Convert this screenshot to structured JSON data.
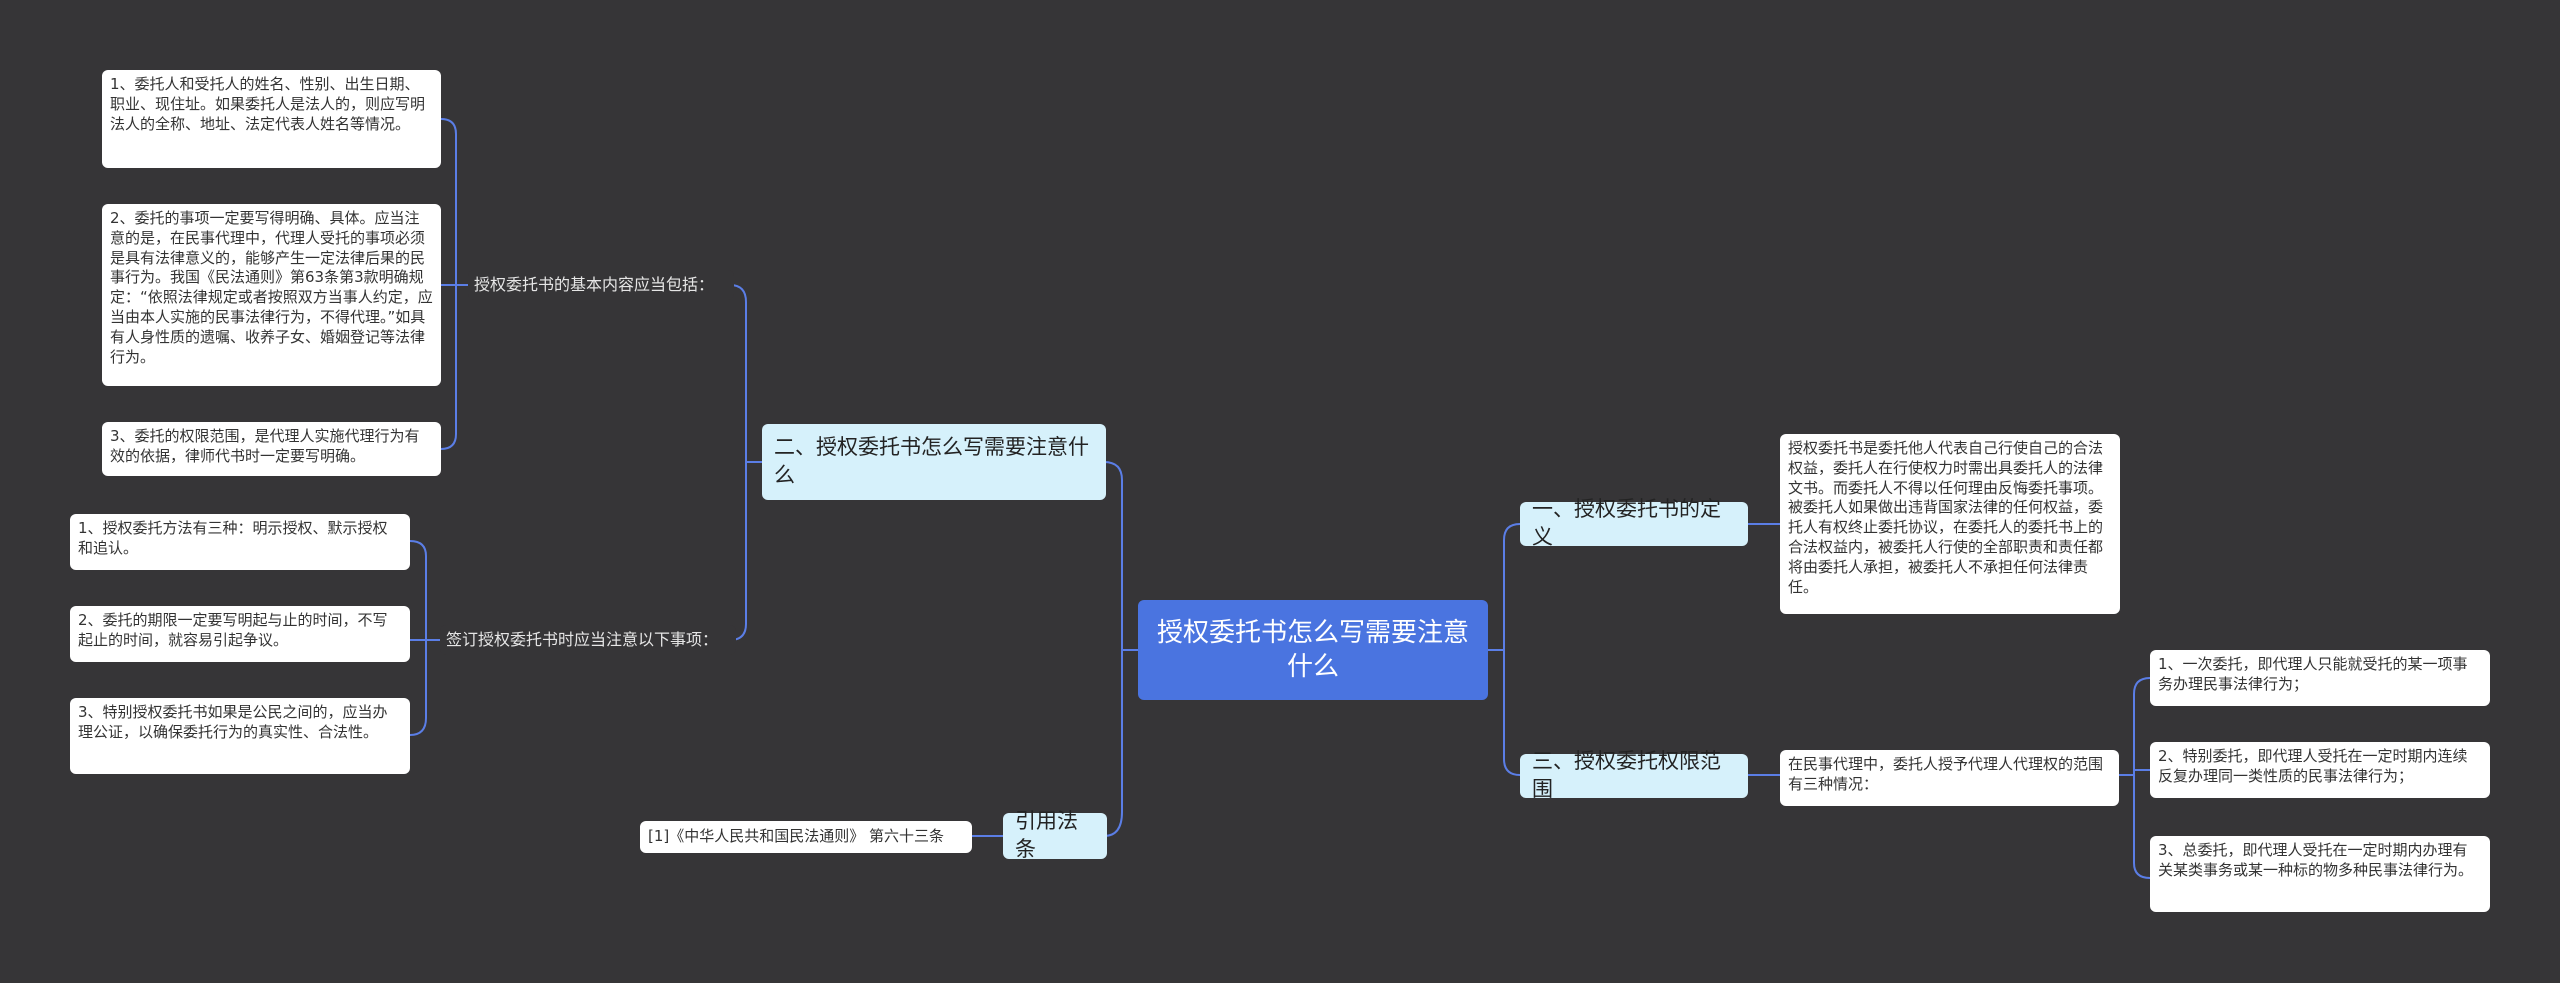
{
  "colors": {
    "background": "#363537",
    "root": "#4a74e0",
    "branch": "#d6f1fb",
    "leaf": "#ffffff",
    "edge": "#5b7ee6"
  },
  "root": {
    "label": "授权委托书怎么写需要注意什么"
  },
  "left": {
    "b2": {
      "label": "二、授权委托书怎么写需要注意什么",
      "sub1": {
        "label": "授权委托书的基本内容应当包括：",
        "items": [
          "1、委托人和受托人的姓名、性别、出生日期、职业、现住址。如果委托人是法人的，则应写明法人的全称、地址、法定代表人姓名等情况。",
          "2、委托的事项一定要写得明确、具体。应当注意的是，在民事代理中，代理人受托的事项必须是具有法律意义的，能够产生一定法律后果的民事行为。我国《民法通则》第63条第3款明确规定：“依照法律规定或者按照双方当事人约定，应当由本人实施的民事法律行为，不得代理。”如具有人身性质的遗嘱、收养子女、婚姻登记等法律行为。",
          "3、委托的权限范围，是代理人实施代理行为有效的依据，律师代书时一定要写明确。"
        ]
      },
      "sub2": {
        "label": "签订授权委托书时应当注意以下事项：",
        "items": [
          "1、授权委托方法有三种：明示授权、默示授权和追认。",
          "2、委托的期限一定要写明起与止的时间，不写起止的时间，就容易引起争议。",
          "3、特别授权委托书如果是公民之间的，应当办理公证，以确保委托行为的真实性、合法性。"
        ]
      }
    },
    "ref": {
      "label": "引用法条",
      "item": "[1]《中华人民共和国民法通则》 第六十三条"
    }
  },
  "right": {
    "b1": {
      "label": "一、授权委托书的定义",
      "item": "授权委托书是委托他人代表自己行使自己的合法权益，委托人在行使权力时需出具委托人的法律文书。而委托人不得以任何理由反悔委托事项。被委托人如果做出违背国家法律的任何权益，委托人有权终止委托协议，在委托人的委托书上的合法权益内，被委托人行使的全部职责和责任都将由委托人承担，被委托人不承担任何法律责任。"
    },
    "b3": {
      "label": "三、授权委托权限范围",
      "sub": {
        "label": "在民事代理中，委托人授予代理人代理权的范围有三种情况：",
        "items": [
          "1、一次委托，即代理人只能就受托的某一项事务办理民事法律行为；",
          "2、特别委托，即代理人受托在一定时期内连续反复办理同一类性质的民事法律行为；",
          "3、总委托，即代理人受托在一定时期内办理有关某类事务或某一种标的物多种民事法律行为。"
        ]
      }
    }
  }
}
